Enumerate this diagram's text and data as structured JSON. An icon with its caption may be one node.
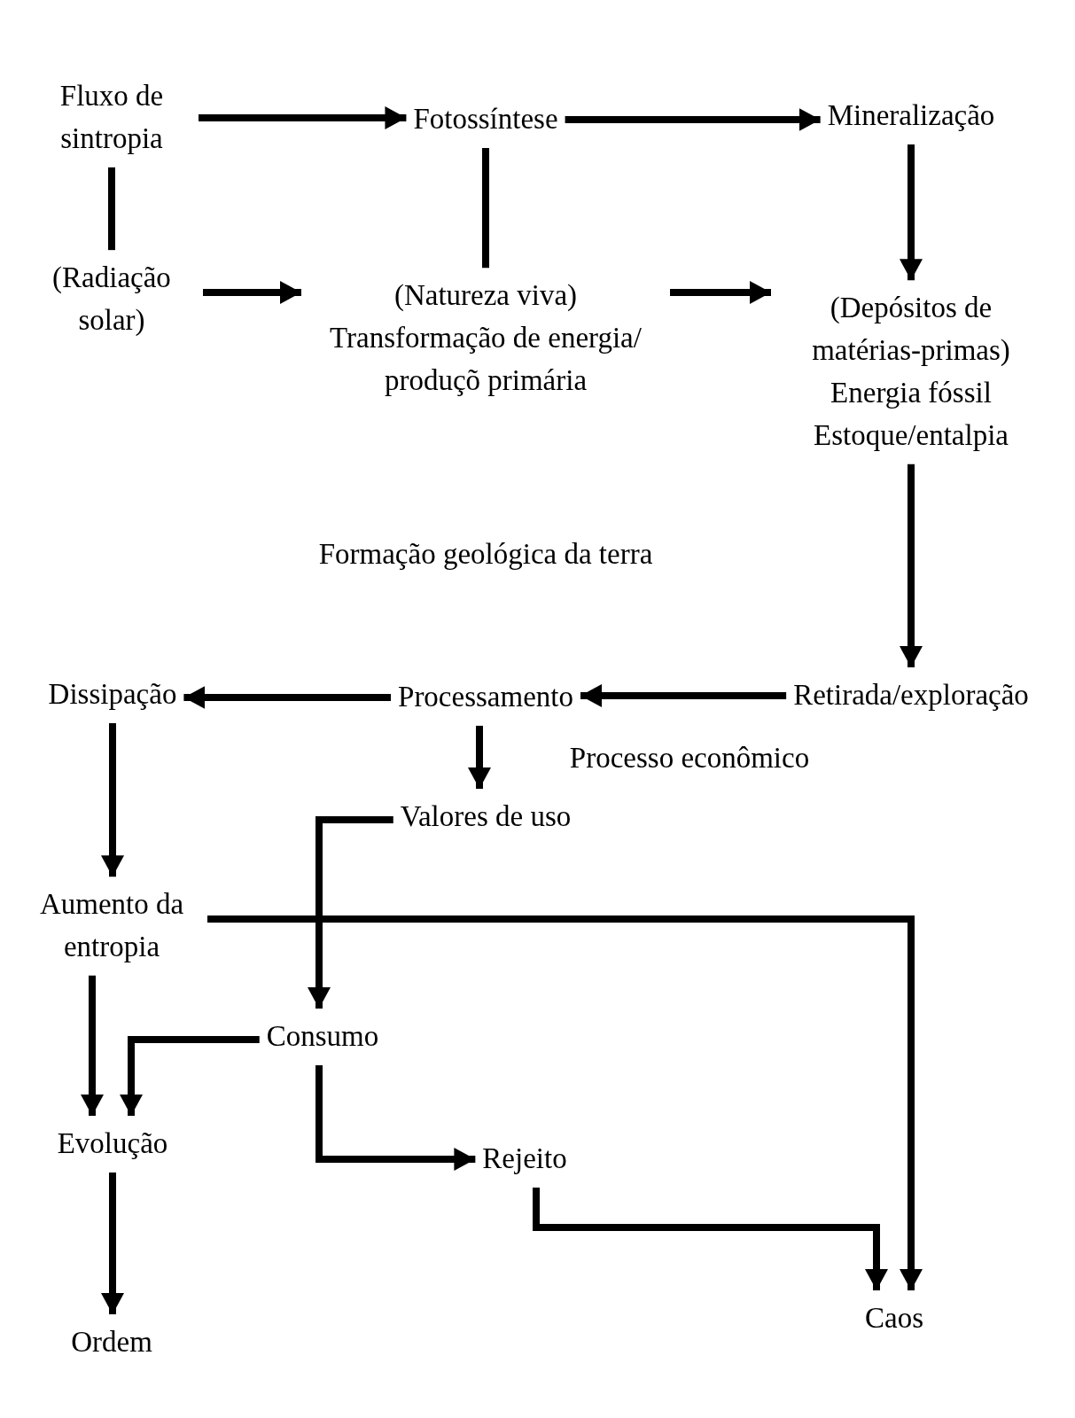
{
  "diagram": {
    "nodes": [
      {
        "text": [
          "Fluxo de sintropia"
        ]
      },
      {
        "text": [
          "Fotossíntese"
        ]
      },
      {
        "text": [
          "Mineralização"
        ]
      },
      {
        "text": [
          "(Radiação solar)"
        ]
      },
      {
        "text": [
          "(Natureza viva)",
          "Transformação de energia/ produçõ primária"
        ]
      },
      {
        "text": [
          "(Depósitos de matérias-primas)",
          "Energia fóssil",
          "Estoque/entalpia"
        ]
      },
      {
        "text": [
          "Retirada/exploração"
        ]
      },
      {
        "text": [
          "Processamento"
        ]
      },
      {
        "text": [
          "Dissipação"
        ]
      },
      {
        "text": [
          "Valores de uso"
        ]
      },
      {
        "text": [
          "Aumento da entropia"
        ]
      },
      {
        "text": [
          "Consumo"
        ]
      },
      {
        "text": [
          "Evolução"
        ]
      },
      {
        "text": [
          "Rejeito"
        ]
      },
      {
        "text": [
          "Ordem"
        ]
      },
      {
        "text": [
          "Caos"
        ]
      }
    ],
    "edges": [
      {
        "from": 0,
        "to": 1,
        "arrow": "to"
      },
      {
        "from": 1,
        "to": 2,
        "arrow": "to"
      },
      {
        "from": 0,
        "to": 3,
        "arrow": "none"
      },
      {
        "from": 1,
        "to": 4,
        "arrow": "none"
      },
      {
        "from": 2,
        "to": 5,
        "arrow": "to"
      },
      {
        "from": 3,
        "to": 4,
        "arrow": "to"
      },
      {
        "from": 4,
        "to": 5,
        "arrow": "to"
      },
      {
        "from": 5,
        "to": 6,
        "arrow": "to"
      },
      {
        "from": 6,
        "to": 7,
        "arrow": "to"
      },
      {
        "from": 7,
        "to": 8,
        "arrow": "to"
      },
      {
        "from": 7,
        "to": 9,
        "arrow": "to"
      },
      {
        "from": 8,
        "to": 10,
        "arrow": "to"
      },
      {
        "from": 9,
        "to": 11,
        "arrow": "to"
      },
      {
        "from": 10,
        "to": 15,
        "arrow": "to"
      },
      {
        "from": 10,
        "to": 12,
        "arrow": "to"
      },
      {
        "from": 11,
        "to": 12,
        "arrow": "to"
      },
      {
        "from": 11,
        "to": 13,
        "arrow": "to"
      },
      {
        "from": 13,
        "to": 15,
        "arrow": "to"
      },
      {
        "from": 12,
        "to": 14,
        "arrow": "to"
      }
    ],
    "labels": [
      "Formação geológica da terra",
      "Processo econômico"
    ]
  }
}
